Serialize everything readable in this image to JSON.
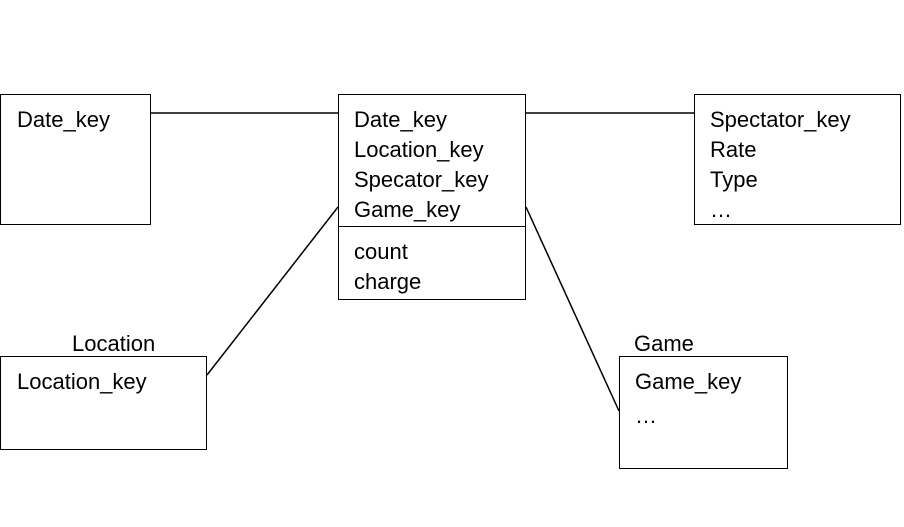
{
  "date_table": {
    "fields": [
      "Date_key"
    ]
  },
  "fact_table": {
    "keys": [
      "Date_key",
      "Location_key",
      "Specator_key",
      "Game_key"
    ],
    "measures": [
      "count",
      "charge"
    ]
  },
  "spectator_table": {
    "fields": [
      "Spectator_key",
      "Rate",
      "Type",
      "…"
    ]
  },
  "location_table": {
    "caption": "Location",
    "fields": [
      "Location_key"
    ]
  },
  "game_table": {
    "caption": "Game",
    "fields": [
      "Game_key",
      "…"
    ]
  }
}
